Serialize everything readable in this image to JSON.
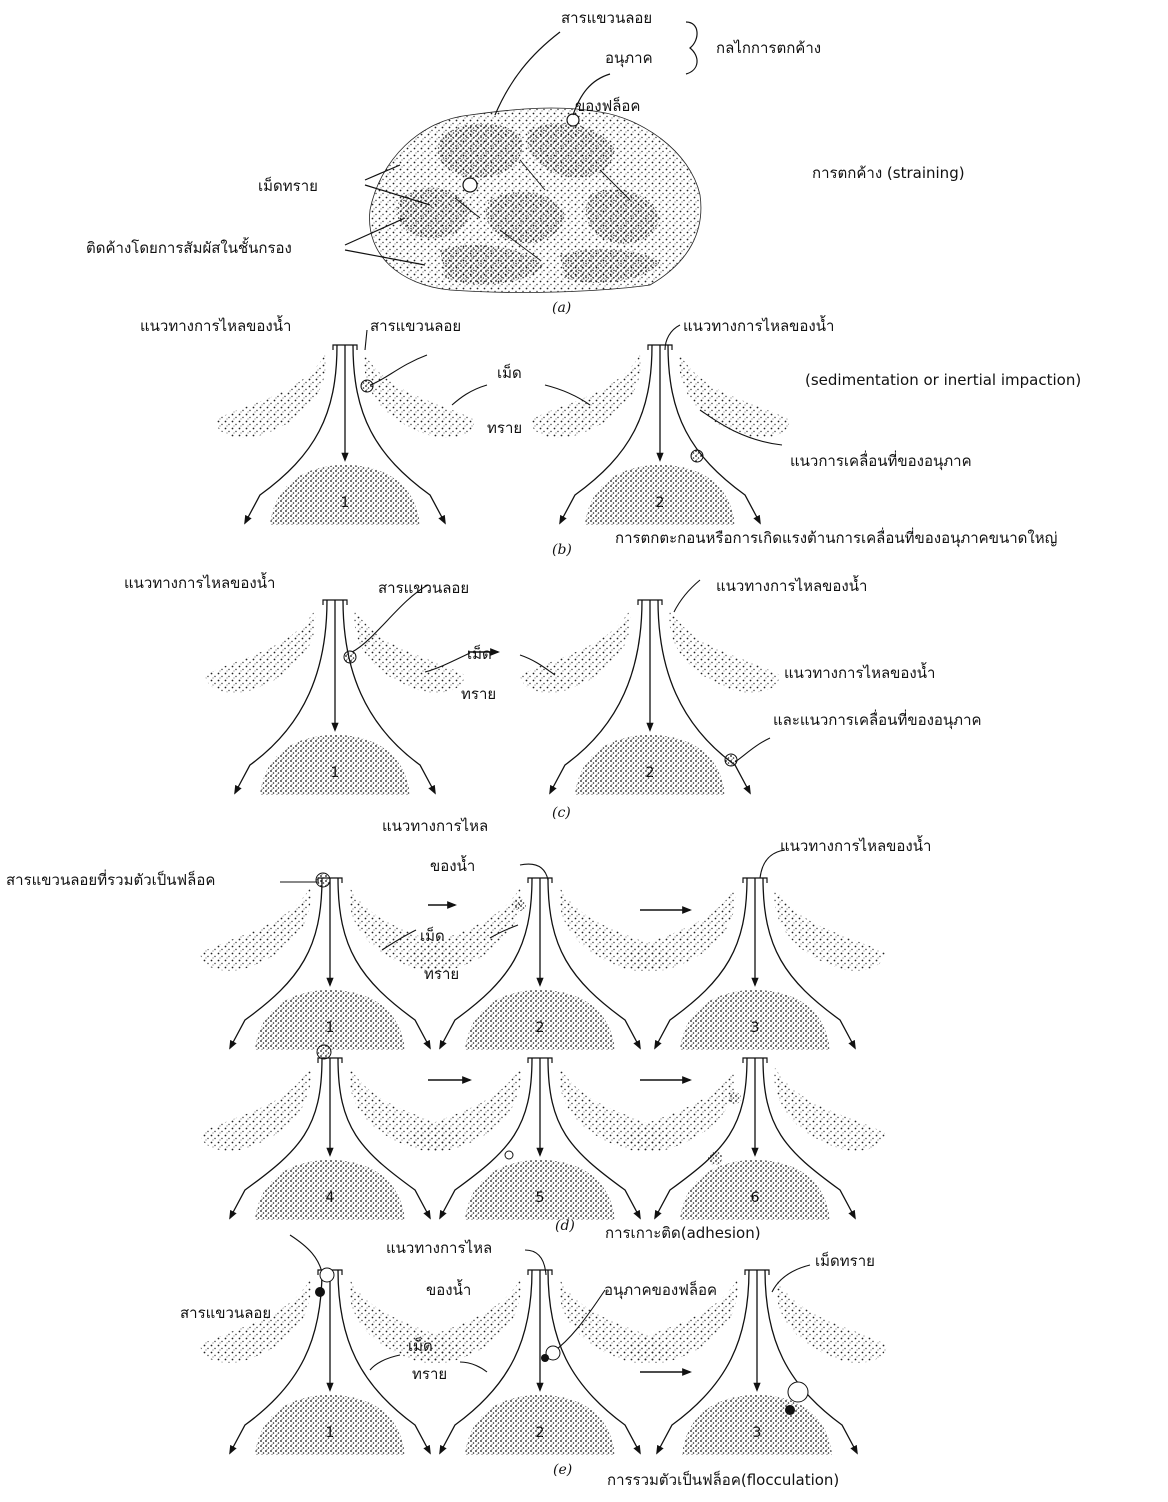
{
  "panel_a": {
    "suspended": "สารแขวนลอย",
    "particle": "อนุภาค",
    "of_floc": "ของฟล็อค",
    "mechanism": "กลไกการตกค้าง",
    "sand_grain": "เม็ดทราย",
    "contact": "ติดค้างโดยการสัมผัสในชั้นกรอง",
    "straining": "การตกค้าง (straining)",
    "caption": "(a)"
  },
  "panel_b": {
    "flow_path_left": "แนวทางการไหลของน้ำ",
    "suspended": "สารแขวนลอย",
    "grain_top": "เม็ด",
    "grain_bottom": "ทราย",
    "flow_path_right": "แนวทางการไหลของน้ำ",
    "mechanism_en": "(sedimentation or inertial impaction)",
    "particle_path": "แนวการเคลื่อนที่ของอนุภาค",
    "caption": "(b)",
    "title": "การตกตะกอนหรือการเกิดแรงต้านการเคลื่อนที่ของอนุภาคขนาดใหญ่"
  },
  "panel_c": {
    "flow_path_left": "แนวทางการไหลของน้ำ",
    "suspended": "สารแขวนลอย",
    "grain_top": "เม็ด",
    "grain_bottom": "ทราย",
    "flow_path_right": "แนวทางการไหลของน้ำ",
    "flow_path_and": "แนวทางการไหลของน้ำ",
    "particle_path_and": "และแนวการเคลื่อนที่ของอนุภาค",
    "caption": "(c)"
  },
  "panel_d": {
    "flow_path_top": "แนวทางการไหล",
    "flow_path_bottom": "ของน้ำ",
    "floc_suspended": "สารแขวนลอยที่รวมตัวเป็นฟล็อค",
    "grain_top": "เม็ด",
    "grain_bottom": "ทราย",
    "flow_path_right": "แนวทางการไหลของน้ำ",
    "caption": "(d)",
    "title": "การเกาะติด(adhesion)"
  },
  "panel_e": {
    "flow_path_top": "แนวทางการไหล",
    "flow_path_bottom": "ของน้ำ",
    "suspended": "สารแขวนลอย",
    "floc_particle": "อนุภาคของฟล็อค",
    "grain_top": "เม็ด",
    "grain_bottom": "ทราย",
    "sand_grain": "เม็ดทราย",
    "caption": "(e)",
    "title": "การรวมตัวเป็นฟล็อค(flocculation)"
  },
  "grain_numbers": [
    "1",
    "2",
    "3",
    "4",
    "5",
    "6"
  ]
}
